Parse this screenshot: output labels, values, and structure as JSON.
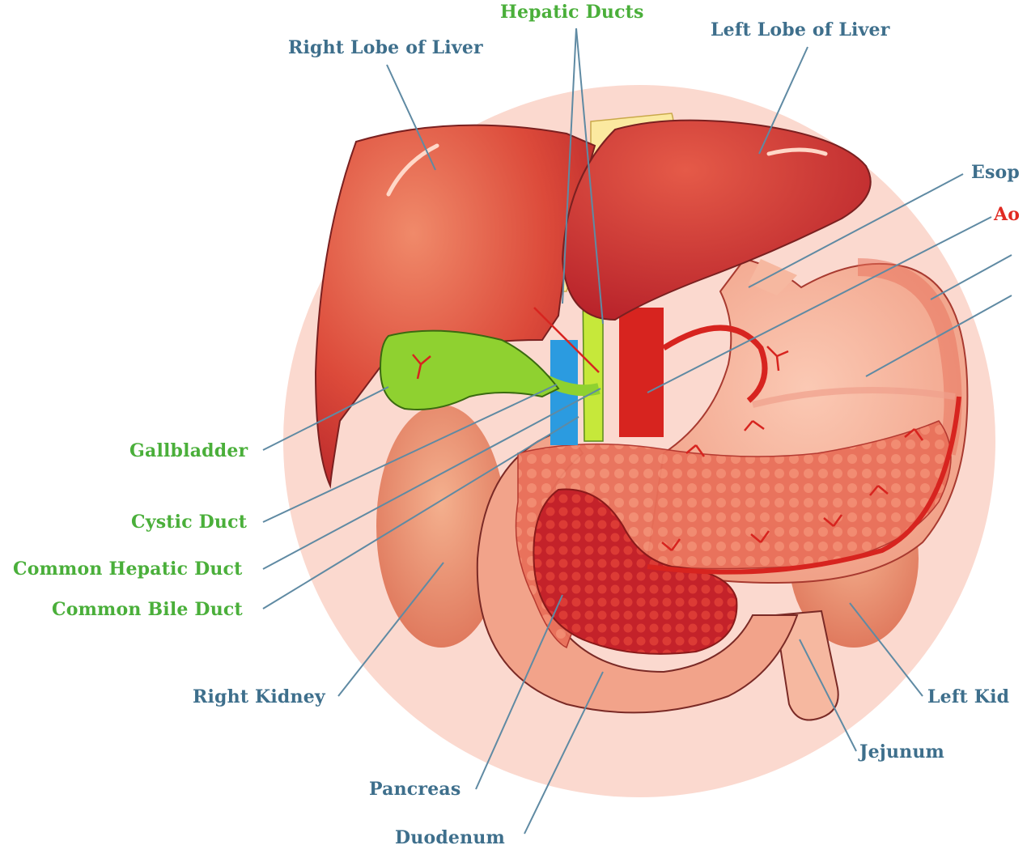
{
  "labels": {
    "hepatic_ducts": "Hepatic Ducts",
    "right_lobe": "Right Lobe of Liver",
    "left_lobe": "Left Lobe of Liver",
    "esophagus": "Esop",
    "aorta": "Ao",
    "gallbladder": "Gallbladder",
    "cystic_duct": "Cystic Duct",
    "common_hepatic_duct": "Common Hepatic Duct",
    "common_bile_duct": "Common Bile Duct",
    "right_kidney": "Right Kidney",
    "left_kidney": "Left Kid",
    "jejunum": "Jejunum",
    "pancreas": "Pancreas",
    "duodenum": "Duodenum"
  },
  "colors": {
    "label_blue": "#3e6f8c",
    "label_green": "#4aaf3a",
    "label_red": "#e02a22",
    "background_circle": "#fbd9cf",
    "liver": "#d9463a",
    "gallbladder": "#8fd130",
    "bile_duct": "#2b9be0",
    "artery": "#e0231c",
    "stomach": "#f3a98e",
    "kidney": "#e88a6a",
    "pancreas": "#c8302a"
  }
}
